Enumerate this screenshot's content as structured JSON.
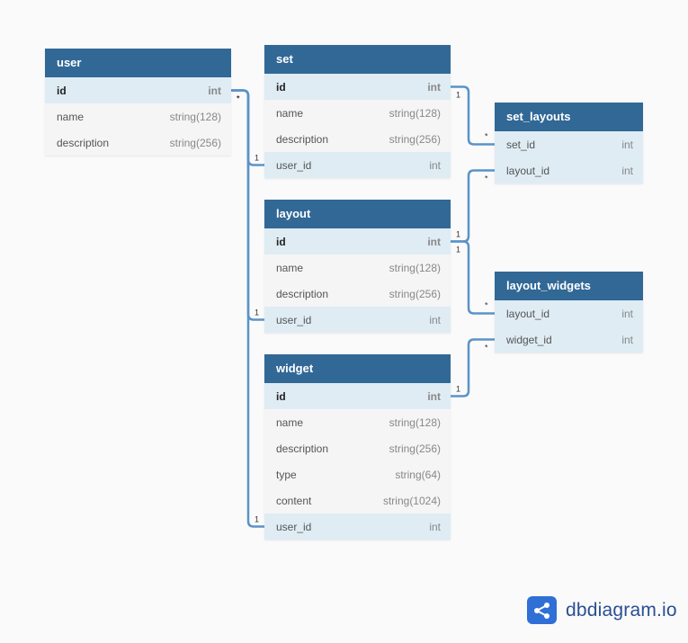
{
  "tables": [
    {
      "key": "user",
      "name": "user",
      "fields": [
        {
          "name": "id",
          "type": "int",
          "kind": "pk"
        },
        {
          "name": "name",
          "type": "string(128)",
          "kind": ""
        },
        {
          "name": "description",
          "type": "string(256)",
          "kind": ""
        }
      ]
    },
    {
      "key": "set",
      "name": "set",
      "fields": [
        {
          "name": "id",
          "type": "int",
          "kind": "pk"
        },
        {
          "name": "name",
          "type": "string(128)",
          "kind": ""
        },
        {
          "name": "description",
          "type": "string(256)",
          "kind": ""
        },
        {
          "name": "user_id",
          "type": "int",
          "kind": "fk"
        }
      ]
    },
    {
      "key": "set_layouts",
      "name": "set_layouts",
      "fields": [
        {
          "name": "set_id",
          "type": "int",
          "kind": "fk"
        },
        {
          "name": "layout_id",
          "type": "int",
          "kind": "fk"
        }
      ]
    },
    {
      "key": "layout",
      "name": "layout",
      "fields": [
        {
          "name": "id",
          "type": "int",
          "kind": "pk"
        },
        {
          "name": "name",
          "type": "string(128)",
          "kind": ""
        },
        {
          "name": "description",
          "type": "string(256)",
          "kind": ""
        },
        {
          "name": "user_id",
          "type": "int",
          "kind": "fk"
        }
      ]
    },
    {
      "key": "layout_widgets",
      "name": "layout_widgets",
      "fields": [
        {
          "name": "layout_id",
          "type": "int",
          "kind": "fk"
        },
        {
          "name": "widget_id",
          "type": "int",
          "kind": "fk"
        }
      ]
    },
    {
      "key": "widget",
      "name": "widget",
      "fields": [
        {
          "name": "id",
          "type": "int",
          "kind": "pk"
        },
        {
          "name": "name",
          "type": "string(128)",
          "kind": ""
        },
        {
          "name": "description",
          "type": "string(256)",
          "kind": ""
        },
        {
          "name": "type",
          "type": "string(64)",
          "kind": ""
        },
        {
          "name": "content",
          "type": "string(1024)",
          "kind": ""
        },
        {
          "name": "user_id",
          "type": "int",
          "kind": "fk"
        }
      ]
    }
  ],
  "relations": [
    {
      "from": "set.user_id",
      "to": "user.id",
      "from_card": "1",
      "to_card": "*"
    },
    {
      "from": "layout.user_id",
      "to": "user.id",
      "from_card": "1",
      "to_card": "*"
    },
    {
      "from": "widget.user_id",
      "to": "user.id",
      "from_card": "1",
      "to_card": "*"
    },
    {
      "from": "set.id",
      "to": "set_layouts.set_id",
      "from_card": "1",
      "to_card": "*"
    },
    {
      "from": "layout.id",
      "to": "set_layouts.layout_id",
      "from_card": "1",
      "to_card": "*"
    },
    {
      "from": "layout.id",
      "to": "layout_widgets.layout_id",
      "from_card": "1",
      "to_card": "*"
    },
    {
      "from": "widget.id",
      "to": "layout_widgets.widget_id",
      "from_card": "1",
      "to_card": "*"
    }
  ],
  "colors": {
    "header": "#316896",
    "link": "#5b93c7",
    "key_row": "#dfecf4",
    "brand": "#2a4f93"
  },
  "brand": {
    "text": "dbdiagram.io",
    "icon": "share-nodes-icon"
  }
}
